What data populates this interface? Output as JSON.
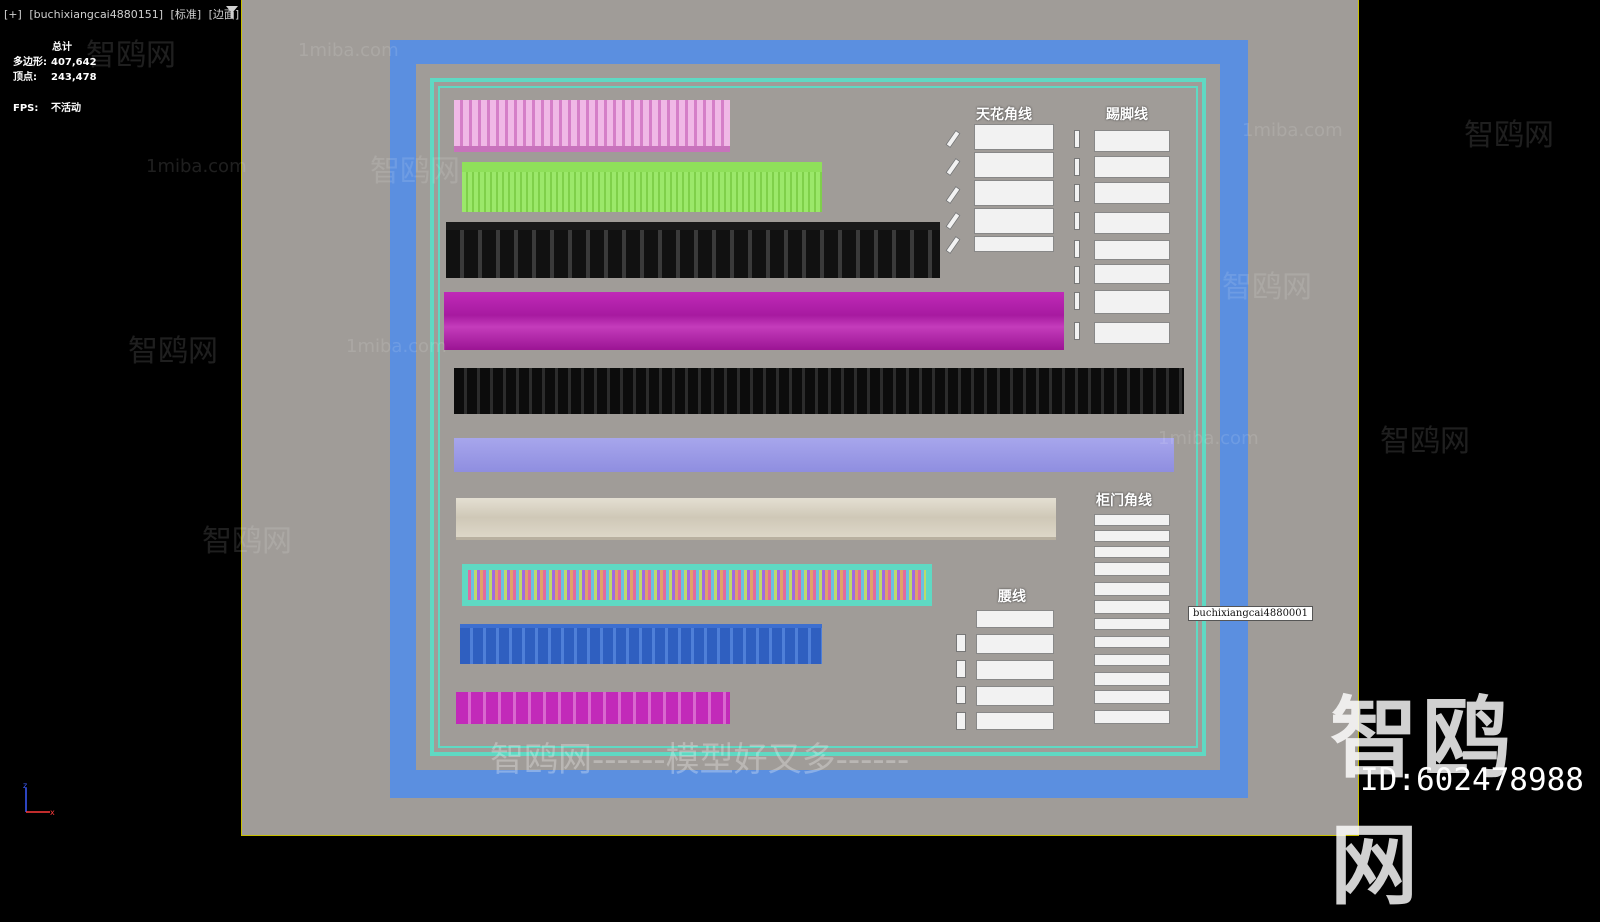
{
  "viewport": {
    "label_parts": [
      "[+]",
      "[buchixiangcai4880151]",
      "[标准]",
      "[边面]"
    ],
    "stats": {
      "header": "总计",
      "polygons_label": "多边形:",
      "polygons_value": "407,642",
      "vertices_label": "顶点:",
      "vertices_value": "243,478",
      "fps_label": "FPS:",
      "fps_value": "不活动"
    }
  },
  "sections": {
    "ceiling": "天花角线",
    "skirting": "踢脚线",
    "cabinet": "柜门角线",
    "waist": "腰线"
  },
  "tooltip": "buchixiangcai4880001",
  "watermark": {
    "big": "智鸥网",
    "id": "ID:602478988",
    "site": "1miba.com",
    "brand": "智鸥网",
    "slogan": "智鸥网------模型好又多------"
  },
  "colors": {
    "viewport_bg": "#a09c98",
    "uv_blue": "#5b8fe0",
    "uv_teal": "#5fd9c3",
    "pink": "#e69ad8",
    "green": "#8fe05a",
    "magenta": "#b01aa8",
    "lavender": "#9b9ae8",
    "beige": "#d8d2c4",
    "navy": "#2f5fc0"
  }
}
